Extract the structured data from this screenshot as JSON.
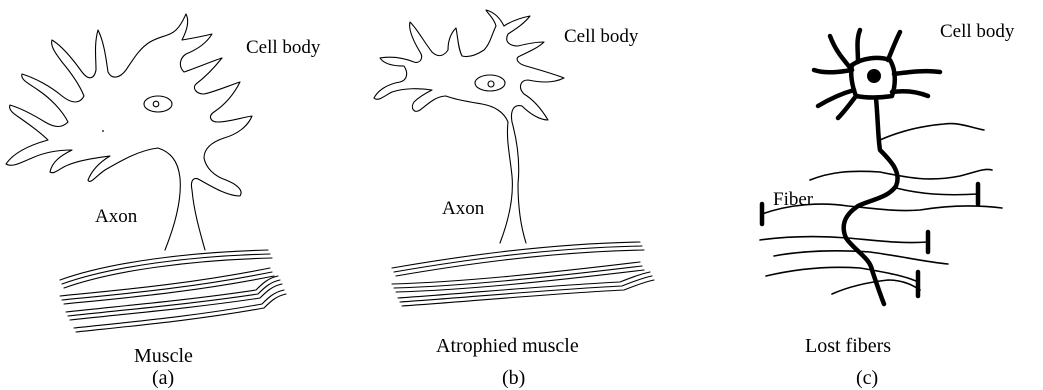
{
  "panel_a": {
    "cell_body_label": "Cell body",
    "axon_label": "Axon",
    "caption": "Muscle",
    "letter": "(a)"
  },
  "panel_b": {
    "cell_body_label": "Cell body",
    "axon_label": "Axon",
    "caption": "Atrophied muscle",
    "letter": "(b)"
  },
  "panel_c": {
    "cell_body_label": "Cell body",
    "fiber_label": "Fiber",
    "caption": "Lost fibers",
    "letter": "(c)"
  }
}
